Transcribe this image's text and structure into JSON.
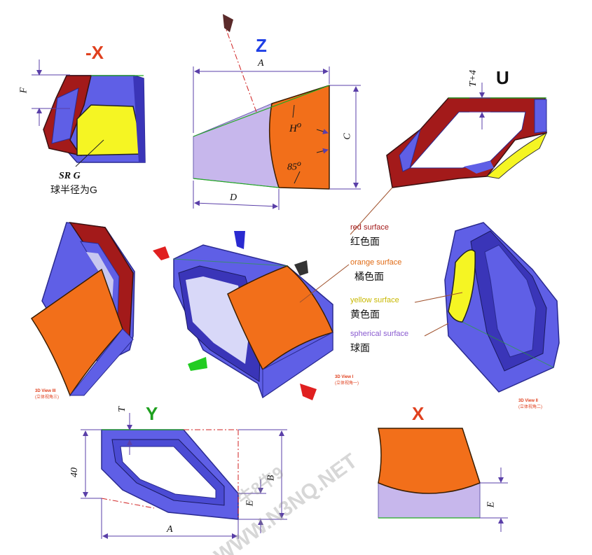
{
  "colors": {
    "blue": "#5f5fe6",
    "blue_dark": "#3a35b8",
    "red": "#a31a1a",
    "orange": "#f26f1a",
    "yellow": "#f5f523",
    "light_blue": "#c8c8f0",
    "lavender": "#c7b7ec",
    "title_red": "#e0401e",
    "title_blue": "#1e3fe6",
    "title_green": "#1fa01f",
    "dim_line": "#5a3fa8"
  },
  "views": {
    "neg_x": "-X",
    "z": "Z",
    "u": "U",
    "y": "Y",
    "x": "X"
  },
  "dimensions": {
    "F": "F",
    "SR_G": "SR G",
    "A_top": "A",
    "H": "H",
    "H_sup": "o",
    "C": "C",
    "D": "D",
    "angle_85": "85",
    "angle_85_sup": "o",
    "T_plus_4": "T+4",
    "T": "T",
    "forty": "40",
    "B": "B",
    "E_y": "E",
    "A_bottom": "A",
    "E_x": "E"
  },
  "annotations": {
    "sphere_radius_cn": "球半径为G",
    "red_surface_en": "red surface",
    "red_surface_cn": "红色面",
    "orange_surface_en": "orange surface",
    "orange_surface_cn": "橘色面",
    "yellow_surface_en": "yellow surface",
    "yellow_surface_cn": "黄色面",
    "spherical_surface_en": "spherical surface",
    "spherical_surface_cn": "球面"
  },
  "view_labels": {
    "view1_en": "3D View I",
    "view1_cn": "(立体视角一)",
    "view2_en": "3D View II",
    "view2_cn": "(立体视角二)",
    "view3_en": "3D View III",
    "view3_cn": "(立体视角三)"
  },
  "watermark": {
    "text1": "WWW.N3NQ.NET",
    "text2": "牛8牛9"
  }
}
